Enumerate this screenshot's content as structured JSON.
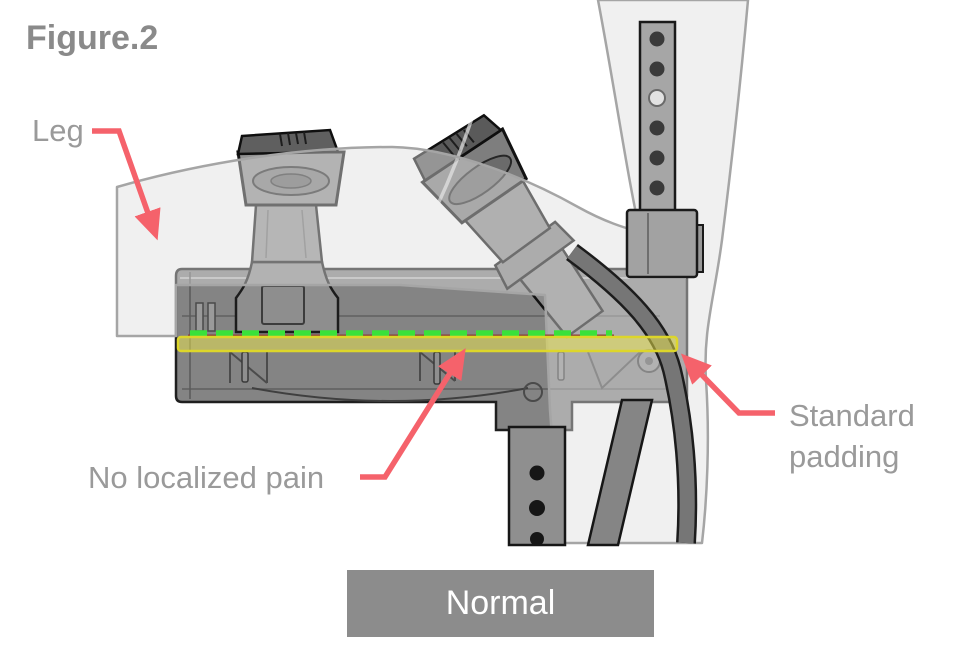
{
  "figure_title": "Figure.2",
  "annotations": {
    "leg": {
      "text": "Leg"
    },
    "no_localized_pain": {
      "text": "No localized pain"
    },
    "standard_padding": {
      "text": "Standard padding"
    }
  },
  "status_caption": {
    "text": "Normal"
  },
  "icons": {
    "leg_arrow": "arrow-pointing-down-to-leg",
    "no_pain_arrow": "arrow-pointing-up-to-contact-line",
    "padding_arrow": "arrow-pointing-up-left-to-padding"
  },
  "colors": {
    "annotation_arrow": "#f5626b",
    "label_text": "#9a9a9a",
    "figure_title_text": "#8a8a8a",
    "highlight_green_dashes": "#3ae13a",
    "contact_line_maroon": "#8a3c36",
    "padding_highlight_fill": "#efe84b",
    "padding_highlight_border": "#ddd62a",
    "caption_bar_background": "#8c8c8c",
    "caption_text": "#ffffff",
    "leg_silhouette": "#e9e9e9",
    "device_body": "#8f8f8f"
  }
}
